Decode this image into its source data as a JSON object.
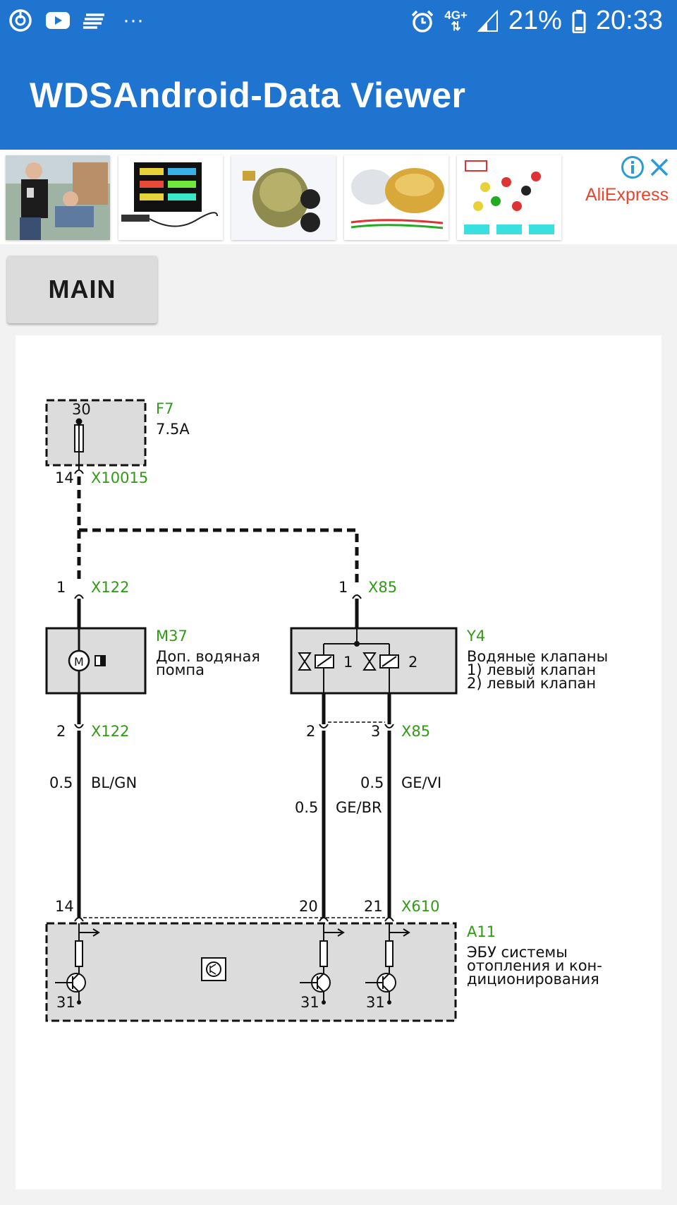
{
  "status_bar": {
    "battery": "21%",
    "time": "20:33",
    "network": "4G+",
    "icons": [
      "sync-icon",
      "youtube-icon",
      "notes-icon",
      "more-icon",
      "alarm-icon",
      "signal-icon",
      "battery-icon"
    ],
    "more": "···"
  },
  "app_bar": {
    "title": "WDSAndroid-Data Viewer"
  },
  "ad": {
    "brand": "AliExpress"
  },
  "main_button": {
    "label": "MAIN"
  },
  "colors": {
    "primary": "#1e74cf",
    "connector_green": "#2e9b12",
    "component_fill": "#dcdcdc"
  },
  "diagram": {
    "f7": {
      "pin": "30",
      "id": "F7",
      "value": "7.5A",
      "pin_out": "14",
      "connector": "X10015"
    },
    "m37": {
      "pin_top": "1",
      "conn_top": "X122",
      "id": "M37",
      "desc1": "Доп. водяная",
      "desc2": "помпа",
      "motor": "M",
      "pin_bottom": "2",
      "conn_bottom": "X122",
      "wire_size": "0.5",
      "wire_color": "BL/GN"
    },
    "y4": {
      "pin_top": "1",
      "conn_top": "X85",
      "id": "Y4",
      "desc1": "Водяные клапаны",
      "desc2": "1) левый клапан",
      "desc3": "2) левый клапан",
      "valve1": "1",
      "valve2": "2",
      "pin_b1": "2",
      "pin_b2": "3",
      "conn_bottom": "X85",
      "wire1_size": "0.5",
      "wire1_color": "GE/BR",
      "wire2_size": "0.5",
      "wire2_color": "GE/VI"
    },
    "a11": {
      "pin1": "14",
      "pin2": "20",
      "pin3": "21",
      "connector": "X610",
      "id": "A11",
      "desc1": "ЭБУ системы",
      "desc2": "отопления и кон-",
      "desc3": "диционирования",
      "ground": "31"
    }
  }
}
